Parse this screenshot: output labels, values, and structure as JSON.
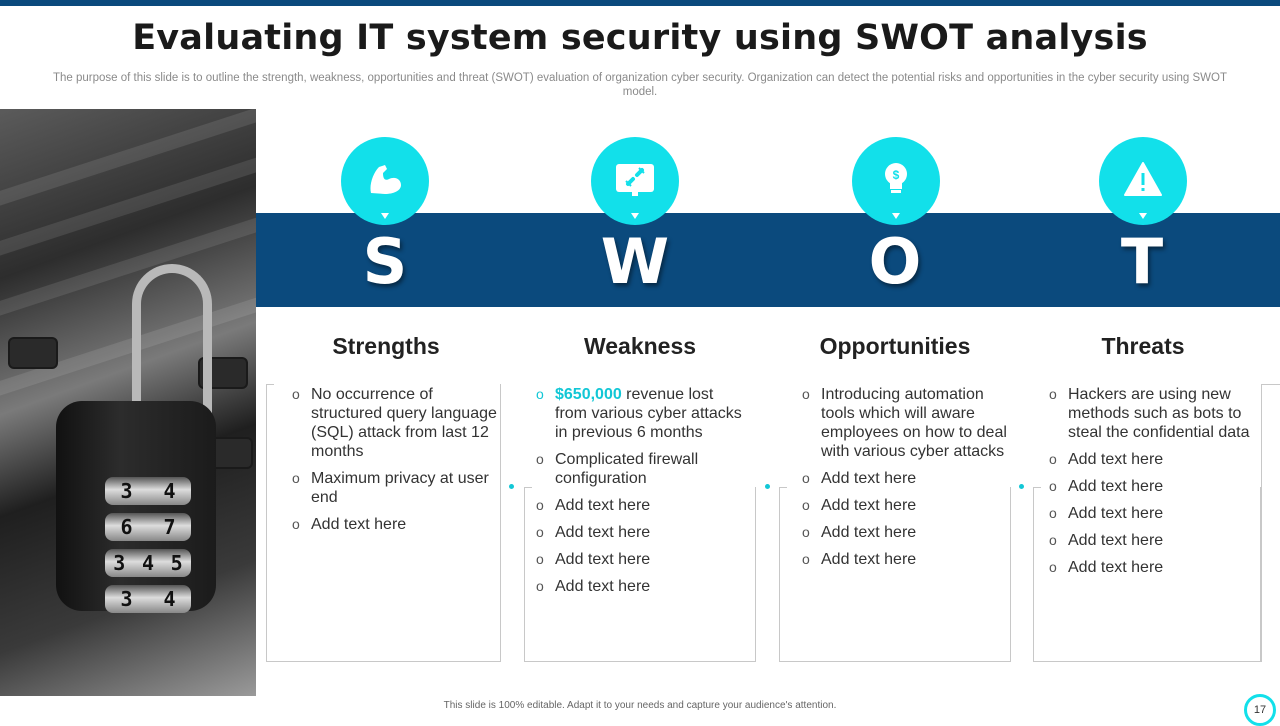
{
  "title": "Evaluating IT system security using SWOT analysis",
  "subtitle": "The purpose of this slide is to outline the strength, weakness, opportunities and threat (SWOT) evaluation of organization cyber security. Organization can detect the potential risks and opportunities in the cyber security using SWOT model.",
  "lock_digits": [
    [
      "3",
      "4"
    ],
    [
      "6",
      "7"
    ],
    [
      "3",
      "4",
      "5"
    ],
    [
      "3",
      "4"
    ]
  ],
  "colors": {
    "band": "#0b4a7d",
    "accent": "#12e0ea",
    "highlight": "#12c7d6"
  },
  "swot": [
    {
      "letter": "S",
      "icon": "strength-arm-icon",
      "heading": "Strengths",
      "items": [
        "No occurrence of structured query language (SQL) attack from last 12 months",
        "Maximum privacy at user end",
        "Add text here"
      ]
    },
    {
      "letter": "W",
      "icon": "broken-link-icon",
      "heading": "Weakness",
      "highlight": "$650,000",
      "first_rest": " revenue lost from various cyber attacks in previous 6 months",
      "items": [
        "Complicated firewall configuration",
        "Add text here",
        "Add text here",
        "Add text here",
        "Add text here"
      ]
    },
    {
      "letter": "O",
      "icon": "lightbulb-icon",
      "heading": "Opportunities",
      "items": [
        "Introducing automation tools which will aware employees on how to deal with various cyber attacks",
        "Add text here",
        "Add text here",
        "Add text here",
        "Add text here"
      ]
    },
    {
      "letter": "T",
      "icon": "warning-icon",
      "heading": "Threats",
      "items": [
        "Hackers are using new methods such as bots to steal the confidential data",
        "Add text here",
        "Add text here",
        "Add text here",
        "Add text here",
        "Add text here"
      ]
    }
  ],
  "footer": "This slide is 100% editable. Adapt it to your needs and capture your audience's attention.",
  "page_number": "17"
}
